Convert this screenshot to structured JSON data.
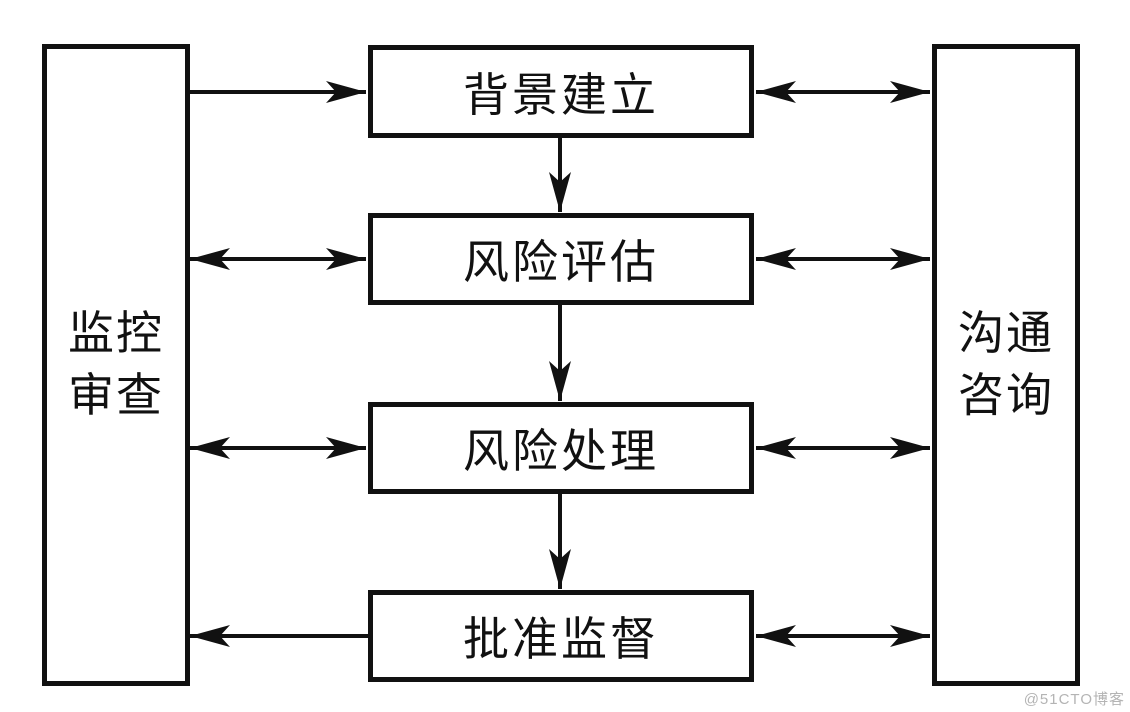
{
  "diagram": {
    "left_box": {
      "label": "监控审查",
      "lines": [
        "监控",
        "审查"
      ]
    },
    "right_box": {
      "label": "沟通咨询",
      "lines": [
        "沟通",
        "咨询"
      ]
    },
    "steps": [
      {
        "label": "背景建立"
      },
      {
        "label": "风险评估"
      },
      {
        "label": "风险处理"
      },
      {
        "label": "批准监督"
      }
    ],
    "arrows": [
      {
        "from": "监控审查",
        "to": "背景建立",
        "direction": "one-way"
      },
      {
        "from": "监控审查",
        "to": "风险评估",
        "direction": "two-way"
      },
      {
        "from": "监控审查",
        "to": "风险处理",
        "direction": "two-way"
      },
      {
        "from": "批准监督",
        "to": "监控审查",
        "direction": "one-way"
      },
      {
        "from": "背景建立",
        "to": "风险评估",
        "direction": "one-way"
      },
      {
        "from": "风险评估",
        "to": "风险处理",
        "direction": "one-way"
      },
      {
        "from": "风险处理",
        "to": "批准监督",
        "direction": "one-way"
      },
      {
        "from": "背景建立",
        "to": "沟通咨询",
        "direction": "two-way"
      },
      {
        "from": "风险评估",
        "to": "沟通咨询",
        "direction": "two-way"
      },
      {
        "from": "风险处理",
        "to": "沟通咨询",
        "direction": "two-way"
      },
      {
        "from": "批准监督",
        "to": "沟通咨询",
        "direction": "two-way"
      }
    ],
    "colors": {
      "line": "#111111",
      "box_fill": "#ffffff",
      "watermark": "#b4b4b4"
    },
    "watermark": "@51CTO博客"
  }
}
